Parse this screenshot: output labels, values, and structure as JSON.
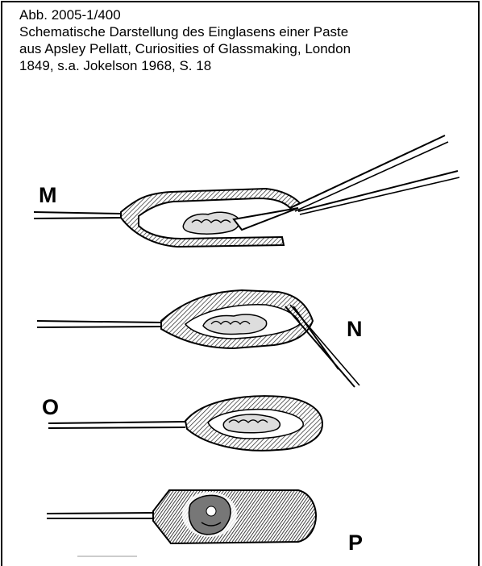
{
  "caption": {
    "figure_id": "Abb. 2005-1/400",
    "line1": "Schematische Darstellung des Einglasens einer Paste",
    "line2": "aus Apsley Pellatt, Curiosities of Glassmaking, London",
    "line3": "1849, s.a. Jokelson 1968, S. 18"
  },
  "figure_labels": {
    "m": "M",
    "n": "N",
    "o": "O",
    "p": "P"
  }
}
